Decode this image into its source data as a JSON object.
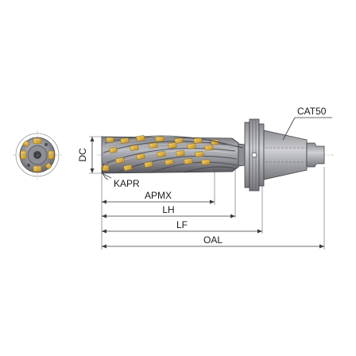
{
  "labels": {
    "dc": "DC",
    "kapr": "KAPR",
    "apmx": "APMX",
    "lh": "LH",
    "lf": "LF",
    "oal": "OAL",
    "shank": "CAT50"
  },
  "colors": {
    "body_dark": "#5f6066",
    "body_mid": "#8a8b91",
    "body_light": "#b9babf",
    "shank": "#9a9ba0",
    "shank_light": "#c6c7cc",
    "insert_gold": "#d9a528",
    "insert_light": "#f0cf6a",
    "dim": "#3a3a3a"
  },
  "icons": {
    "end_view": "cutter-end-view-icon",
    "tool": "porcupine-cutter-icon"
  }
}
